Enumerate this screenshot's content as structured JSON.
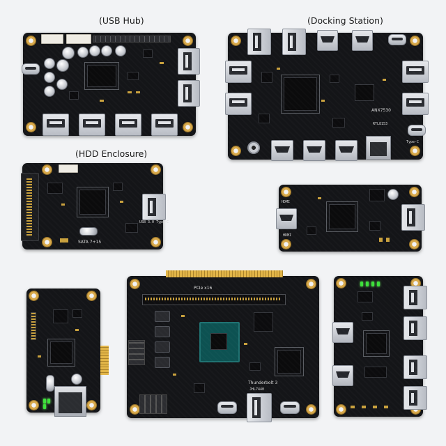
{
  "captions": {
    "usb_hub": "(USB Hub)",
    "docking_station": "(Docking Station)",
    "hdd_enclosure": "(HDD Enclosure)"
  },
  "docking_board": {
    "chip_label": "ANX7530",
    "eth_chip_label": "RTL8153",
    "typec_label": "Type-C"
  },
  "hdd_board": {
    "sata_label": "SATA 7+15",
    "usb_label": "USB 3.0 Type-C"
  },
  "pcie_board": {
    "slot_label": "PCIe x16",
    "brand_label": "Thunderbolt 3",
    "chip_label": "JHL7440"
  },
  "hdmi_board": {
    "hdmi_label": "HDMI",
    "out_label": "HDMI"
  },
  "colors": {
    "pcb": "#141518",
    "gold": "#c9a13d",
    "background": "#f2f3f5"
  }
}
